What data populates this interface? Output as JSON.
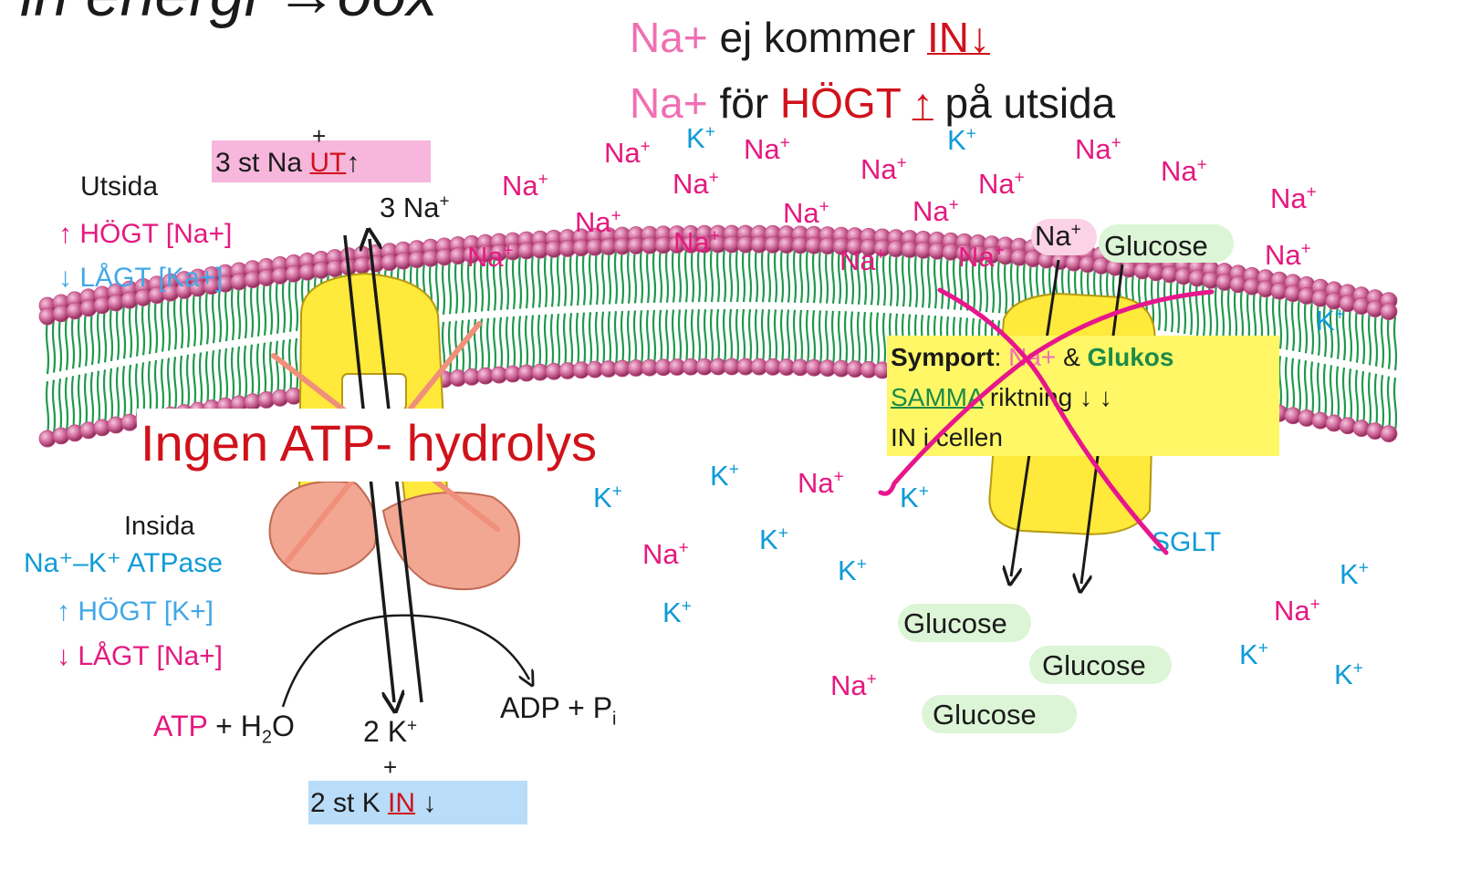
{
  "header": {
    "line1": {
      "na": "Na+",
      "text": "ej kommer",
      "in": "IN",
      "arrow": "↓"
    },
    "line2": {
      "na": "Na+",
      "text": "för",
      "hogt": "HÖGT",
      "arrow": "↑",
      "tail": "på utsida"
    },
    "cut_title": "in energi →oox"
  },
  "left_panel": {
    "utsida": "Utsida",
    "hogt_na": "↑ HÖGT [Na+]",
    "lagt_ka": "↓  LÅGT [Ka+]",
    "insida": "Insida",
    "enzyme": "Na⁺–K⁺ ATPase",
    "hogt_k": "↑ HÖGT [K+]",
    "lagt_na": "↓  LÅGT [Na+]"
  },
  "pump": {
    "top_box_prefix": "3 st Na",
    "top_box_ut": "UT",
    "top_box_arrow": "↑",
    "plus_top": "+",
    "three_na": "3 Na",
    "ingen": "Ingen ATP- hydrolys",
    "atp": "ATP",
    "h2o_pre": "+ H",
    "h2o_sub": "2",
    "h2o_post": "O",
    "adp": "ADP + P",
    "adp_sub": "i",
    "two_k": "2 K",
    "plus_bottom": "+",
    "bottom_box_prefix": "2 st K",
    "bottom_box_in": "IN",
    "bottom_box_arrow": "↓"
  },
  "symport": {
    "line1_a": "Symport",
    "line1_colon": ": ",
    "line1_na": "Na+",
    "line1_amp": " & ",
    "line1_glukos": "Glukos",
    "line2_samma": "SAMMA",
    "line2_rest": " riktning ↓ ↓",
    "line3": "IN i cellen",
    "sglt": "SGLT",
    "na_bubble": "Na",
    "glucose_top": "Glucose",
    "glucose_1": "Glucose",
    "glucose_2": "Glucose",
    "glucose_3": "Glucose"
  },
  "ions": {
    "na": "Na",
    "k": "K",
    "plus": "+"
  },
  "colors": {
    "membrane_head": "#c24d84",
    "membrane_tail": "#1f9a4c",
    "pump_yellow": "#ffe93b",
    "enzyme_salmon": "#f0a48c",
    "cross_pink": "#e8168c"
  }
}
